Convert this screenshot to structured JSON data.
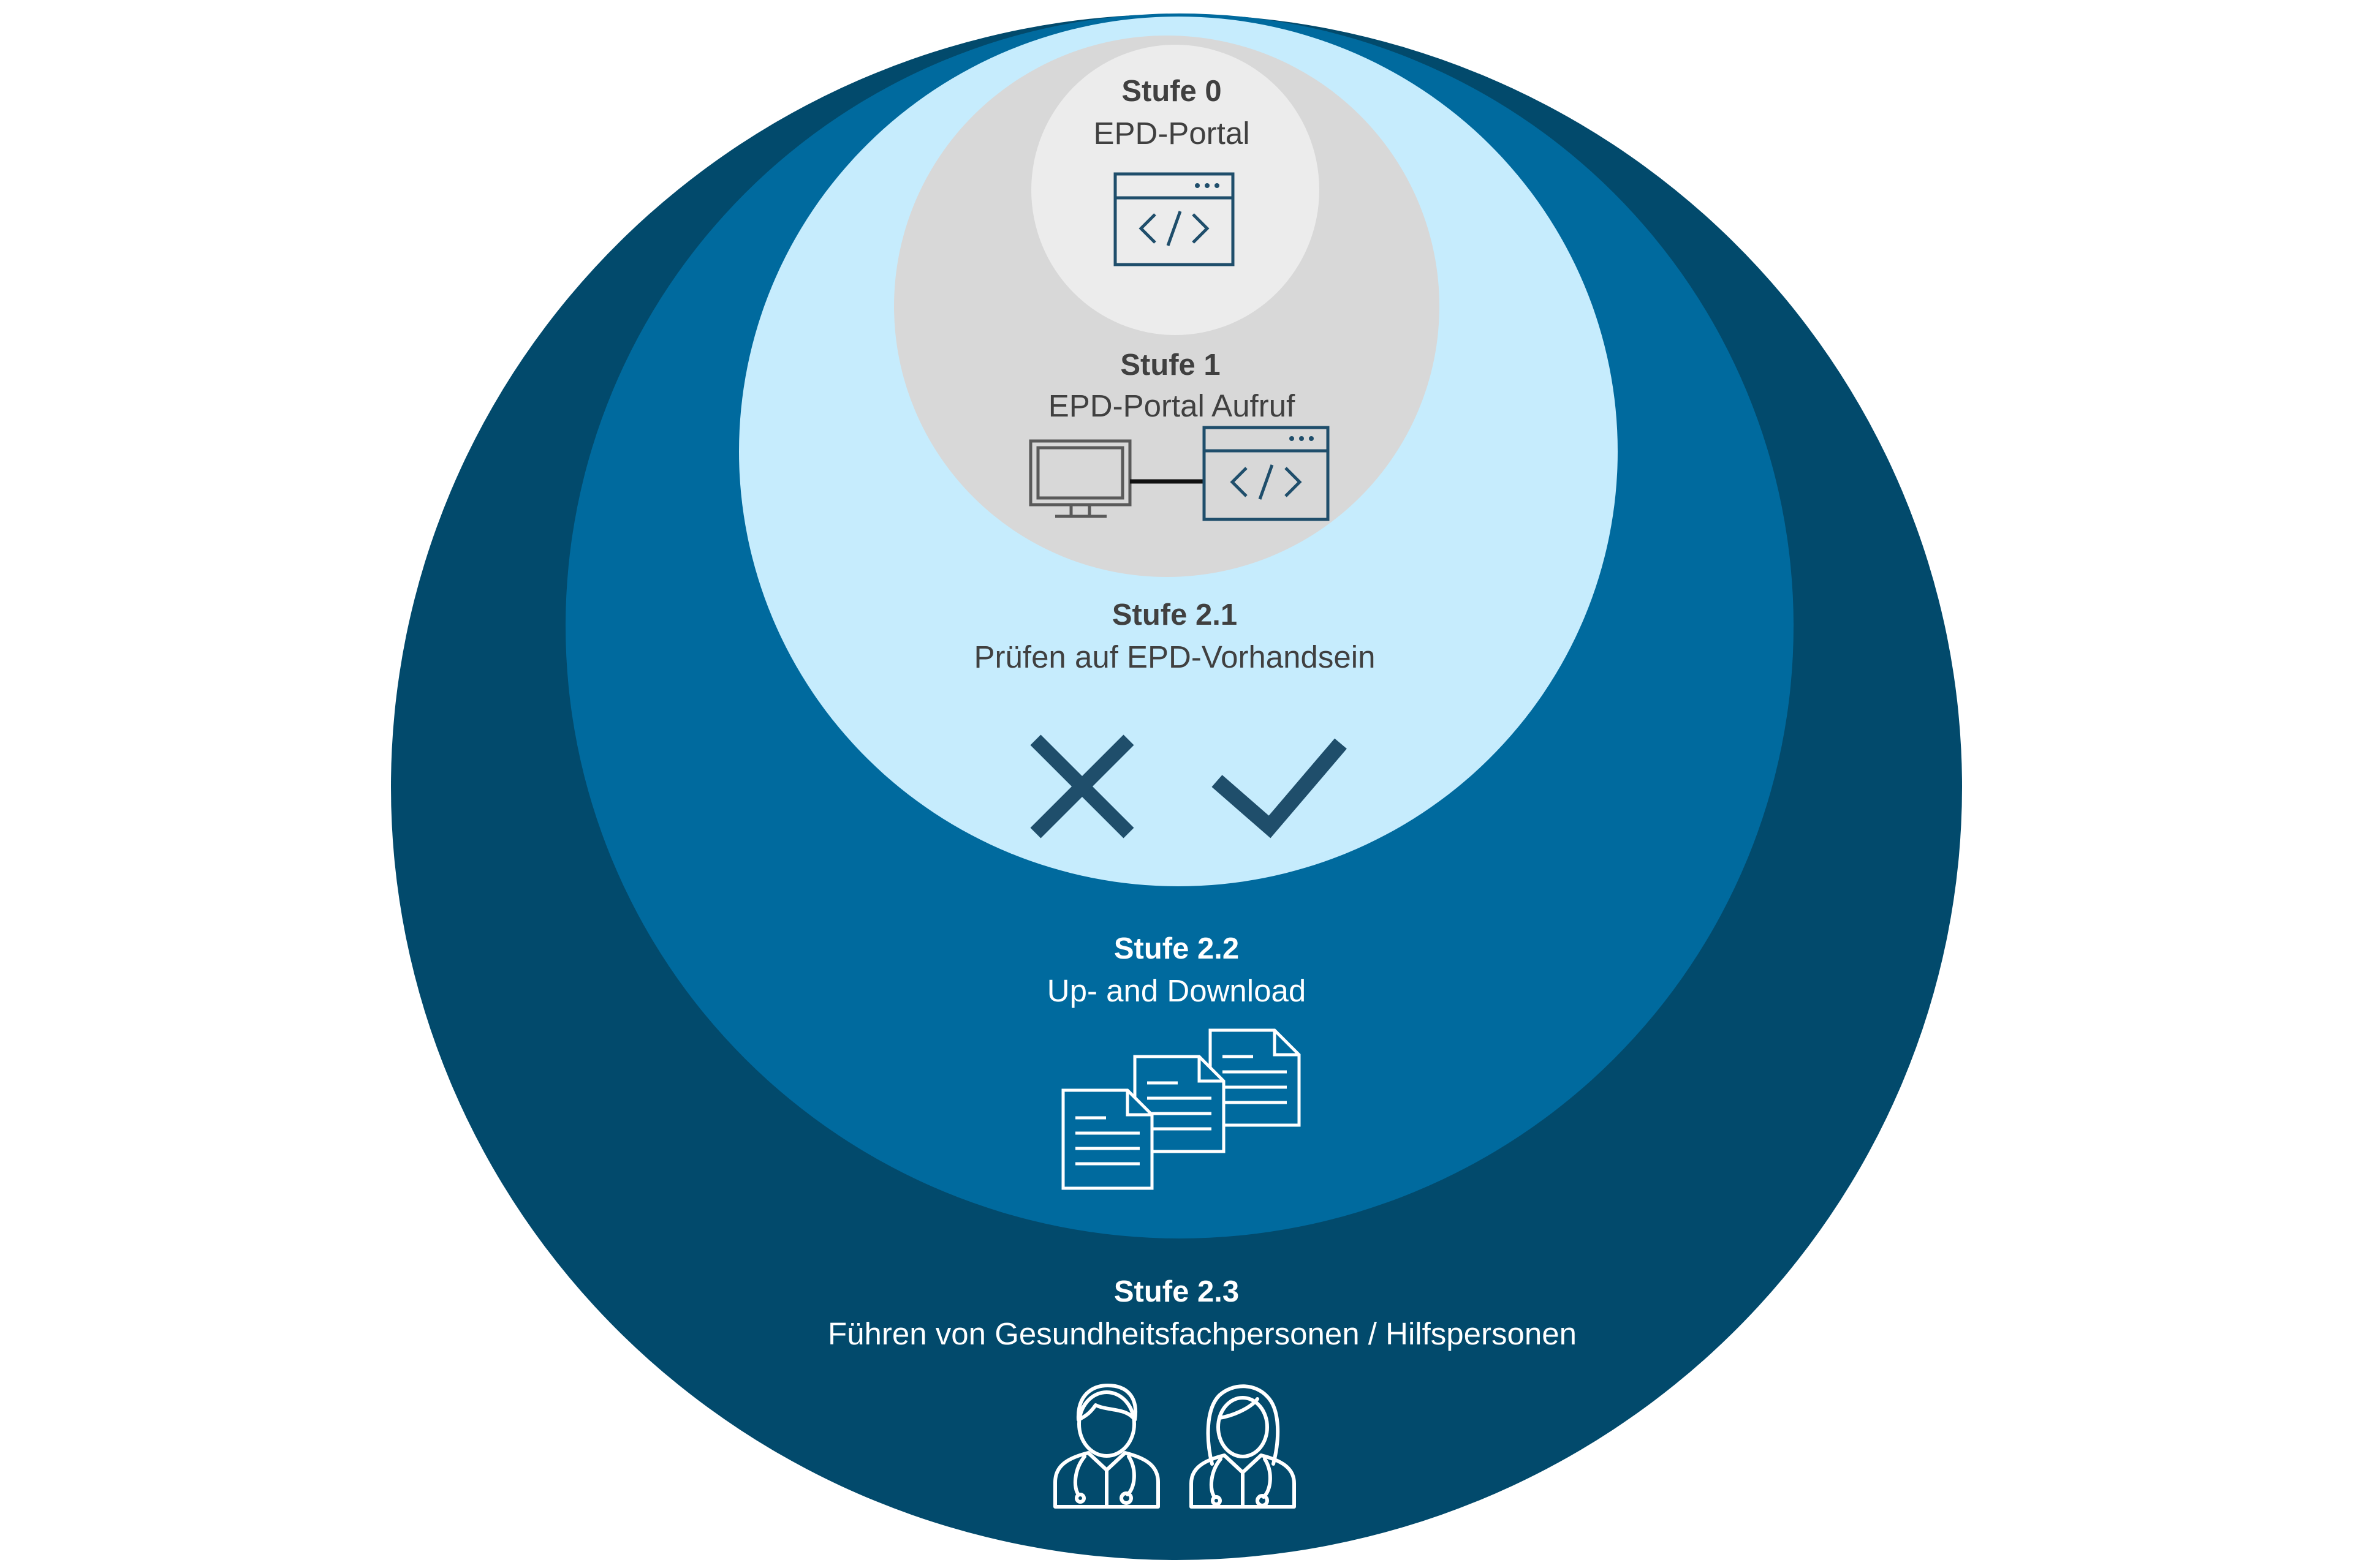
{
  "colors": {
    "level_2_3": "#024a6c",
    "level_2_2": "#006a9e",
    "level_2_1": "#c6ecfd",
    "level_1": "#d8d8d8",
    "level_0": "#ececec",
    "icon_dark": "#1f4e6b",
    "text_dark": "#404040",
    "text_light": "#ffffff"
  },
  "levels": {
    "level_0": {
      "title": "Stufe 0",
      "subtitle": "EPD-Portal",
      "icon": "browser-code-icon"
    },
    "level_1": {
      "title": "Stufe 1",
      "subtitle": "EPD-Portal Aufruf",
      "icon": "monitor-to-browser-icon"
    },
    "level_2_1": {
      "title": "Stufe 2.1",
      "subtitle": "Prüfen auf EPD-Vorhandsein",
      "icons": [
        "cross-icon",
        "check-icon"
      ]
    },
    "level_2_2": {
      "title": "Stufe 2.2",
      "subtitle": "Up- and Download",
      "icon": "documents-icon"
    },
    "level_2_3": {
      "title": "Stufe 2.3",
      "subtitle": "Führen von Gesundheitsfachpersonen / Hilfspersonen",
      "icons": [
        "male-doctor-icon",
        "female-doctor-icon"
      ]
    }
  }
}
